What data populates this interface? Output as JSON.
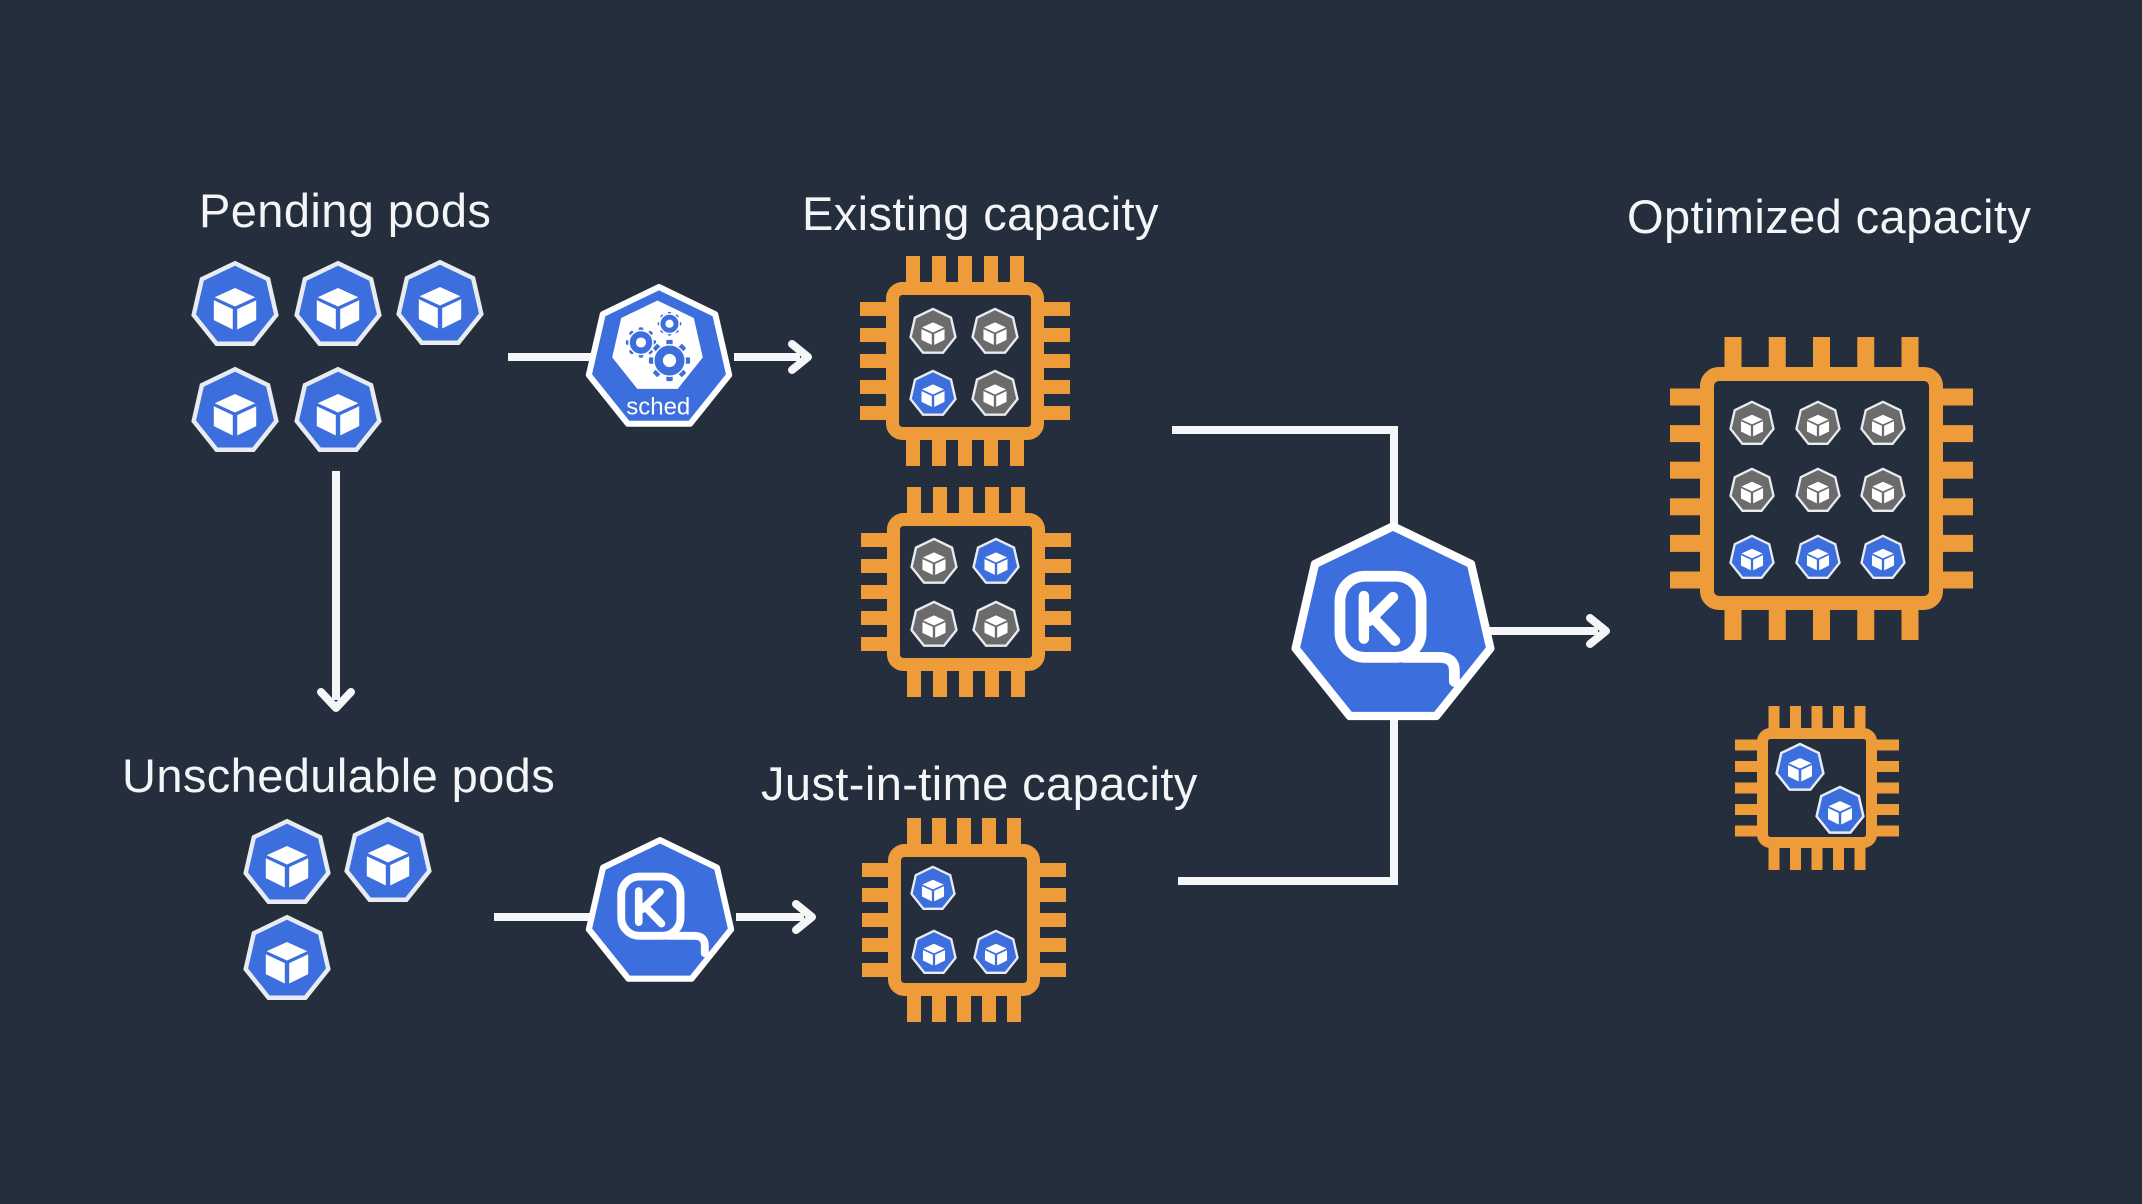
{
  "colors": {
    "background": "#252e3c",
    "blue": "#3d6edd",
    "gray": "#6b6b6b",
    "orange": "#ee9b3a",
    "pod_border": "#e8ecf1",
    "line": "#f5f6f8",
    "text": "#f3f5f7"
  },
  "scheduler": {
    "label": "sched"
  },
  "karpenter": {
    "letter": "K"
  },
  "clusters": {
    "pending": {
      "label": "Pending pods",
      "pod_count": 5,
      "pod_color": "blue"
    },
    "unschedulable": {
      "label": "Unschedulable pods",
      "pod_count": 3,
      "pod_color": "blue"
    }
  },
  "capacity": {
    "existing": {
      "label": "Existing capacity",
      "chips": [
        {
          "grid": "2x2",
          "pods": [
            "gray",
            "gray",
            "blue",
            "gray"
          ]
        },
        {
          "grid": "2x2",
          "pods": [
            "gray",
            "blue",
            "gray",
            "gray"
          ]
        }
      ]
    },
    "jit": {
      "label": "Just-in-time capacity",
      "chips": [
        {
          "grid": "2x2-partial",
          "pods": [
            "blue",
            "blue",
            "blue"
          ]
        }
      ]
    },
    "optimized": {
      "label": "Optimized capacity",
      "chips": [
        {
          "grid": "3x3",
          "pods": [
            "gray",
            "gray",
            "gray",
            "gray",
            "gray",
            "gray",
            "blue",
            "blue",
            "blue"
          ]
        },
        {
          "grid": "diagonal",
          "pods": [
            "blue",
            "blue"
          ]
        }
      ]
    }
  }
}
